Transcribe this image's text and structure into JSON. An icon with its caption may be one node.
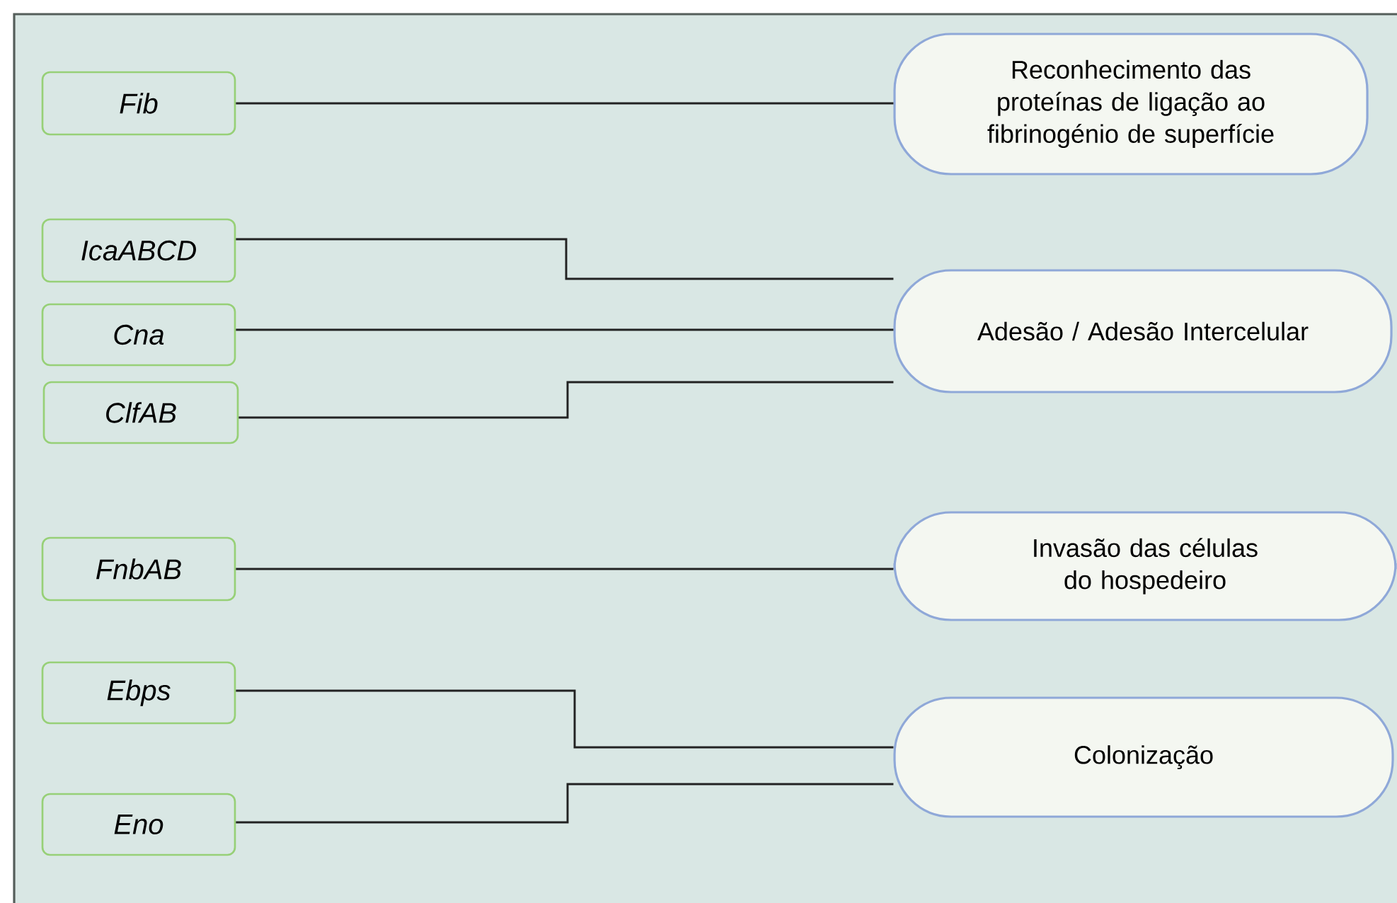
{
  "diagram": {
    "nodes": [
      {
        "text": [
          "*Fib*"
        ]
      },
      {
        "text": [
          "Reconhecimento das proteínas de ligação ao fibrinogénio de superfície"
        ]
      },
      {
        "text": [
          "*IcaABCD*"
        ]
      },
      {
        "text": [
          "*Cna*"
        ]
      },
      {
        "text": [
          "*ClfAB*"
        ]
      },
      {
        "text": [
          "Adesão / Adesão Intercelular"
        ]
      },
      {
        "text": [
          "*FnbAB*"
        ]
      },
      {
        "text": [
          "Invasão das células do hospedeiro"
        ]
      },
      {
        "text": [
          "*Ebps*"
        ]
      },
      {
        "text": [
          "*Eno*"
        ]
      },
      {
        "text": [
          "Colonização"
        ]
      }
    ],
    "edges": [
      {
        "from": 0,
        "to": 1,
        "arrow": "none"
      },
      {
        "from": 2,
        "to": 5,
        "arrow": "none"
      },
      {
        "from": 3,
        "to": 5,
        "arrow": "none"
      },
      {
        "from": 4,
        "to": 5,
        "arrow": "none"
      },
      {
        "from": 6,
        "to": 7,
        "arrow": "none"
      },
      {
        "from": 8,
        "to": 10,
        "arrow": "none"
      },
      {
        "from": 9,
        "to": 10,
        "arrow": "none"
      }
    ]
  }
}
